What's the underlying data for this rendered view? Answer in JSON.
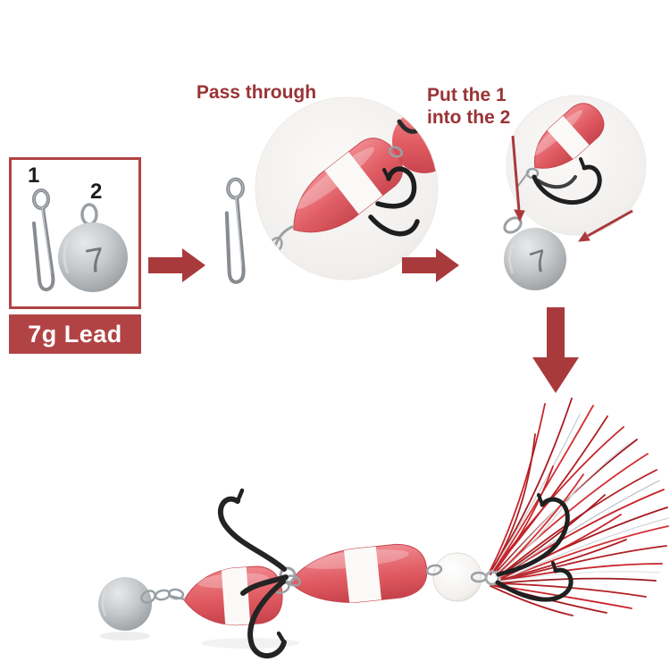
{
  "background_color": "#ffffff",
  "colors": {
    "accent_red": "#a93a3c",
    "caption_text": "#9a3335",
    "banner_background": "#b24345",
    "banner_text": "#ffffff",
    "label_text": "#1c1c1c",
    "lure_red": "#e05a61",
    "tinsel_red": "#c8242a",
    "lead_gray": "#b5b8ba"
  },
  "kit_box": {
    "item1_label": "1",
    "item2_label": "2",
    "lead_ball_marking": "7",
    "banner_label": "7g Lead"
  },
  "steps": {
    "step1": {
      "caption": "Pass through"
    },
    "step2": {
      "caption_line1": "Put the 1",
      "caption_line2": "into the 2",
      "lead_ball_marking": "7"
    }
  }
}
